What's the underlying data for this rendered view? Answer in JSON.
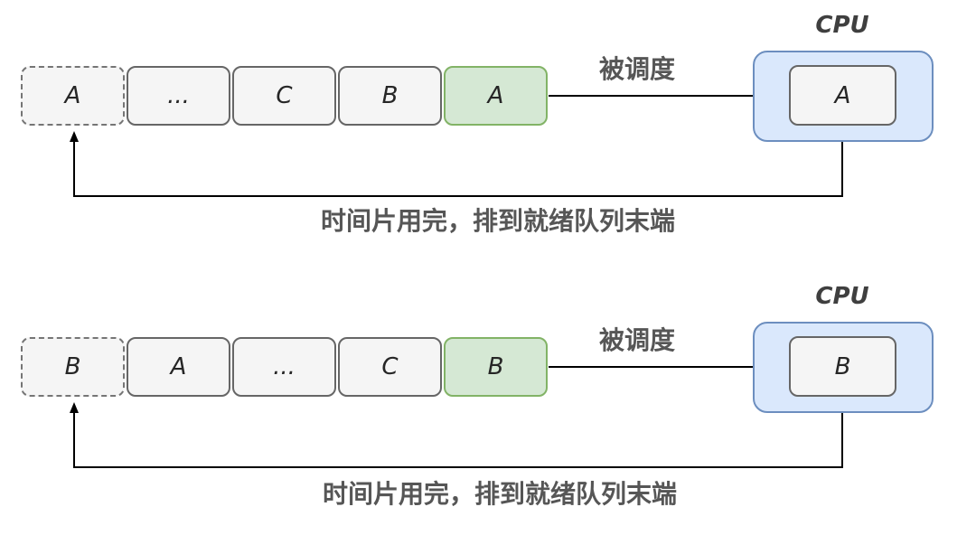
{
  "diagram_title": "round-robin-scheduling",
  "colors": {
    "queue_box_fill": "#f5f5f5",
    "queue_box_border": "#666666",
    "active_box_fill": "#d5e8d4",
    "active_box_border": "#82b366",
    "cpu_fill": "#dae8fc",
    "cpu_border": "#6c8ebf",
    "arrow": "#000000",
    "label_text": "#565656"
  },
  "rows": [
    {
      "queue": [
        {
          "label": "A"
        },
        {
          "label": "..."
        },
        {
          "label": "C"
        },
        {
          "label": "B"
        },
        {
          "label": "A"
        }
      ],
      "cpu_title": "CPU",
      "cpu_process": "A",
      "schedule_label": "被调度",
      "return_label": "时间片用完，排到就绪队列末端"
    },
    {
      "queue": [
        {
          "label": "B"
        },
        {
          "label": "A"
        },
        {
          "label": "..."
        },
        {
          "label": "C"
        },
        {
          "label": "B"
        }
      ],
      "cpu_title": "CPU",
      "cpu_process": "B",
      "schedule_label": "被调度",
      "return_label": "时间片用完，排到就绪队列末端"
    }
  ]
}
